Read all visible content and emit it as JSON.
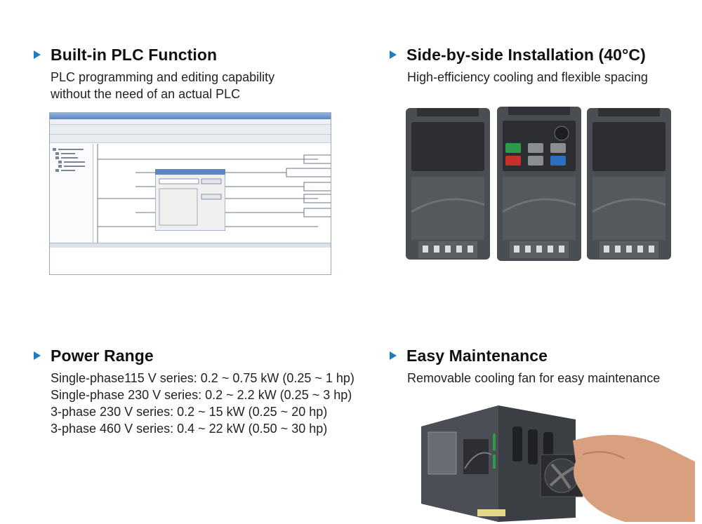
{
  "sections": {
    "plc": {
      "title": "Built-in PLC Function",
      "lines": [
        "PLC programming and editing capability",
        "without the need of an actual PLC"
      ]
    },
    "side_by_side": {
      "title": "Side-by-side Installation (40°C)",
      "lines": [
        "High-efficiency cooling and flexible spacing"
      ]
    },
    "power": {
      "title": "Power Range",
      "lines": [
        "Single-phase115 V series: 0.2 ~ 0.75 kW (0.25 ~ 1 hp)",
        "Single-phase 230 V series: 0.2 ~ 2.2 kW  (0.25 ~ 3 hp)",
        "3-phase 230 V series: 0.2 ~ 15 kW  (0.25 ~ 20 hp)",
        "3-phase 460 V series: 0.4 ~ 22 kW   (0.50 ~ 30 hp)"
      ]
    },
    "maintenance": {
      "title": "Easy Maintenance",
      "lines": [
        "Removable cooling fan for easy maintenance"
      ]
    }
  },
  "colors": {
    "bullet": "#1b7ec2",
    "inverter_body": "#4a4d52",
    "inverter_panel": "#2c2e32",
    "key_green": "#2e9b4a",
    "key_red": "#c8302c",
    "key_blue": "#2a6fc0"
  },
  "icons": [
    "triangle-bullet-icon"
  ]
}
